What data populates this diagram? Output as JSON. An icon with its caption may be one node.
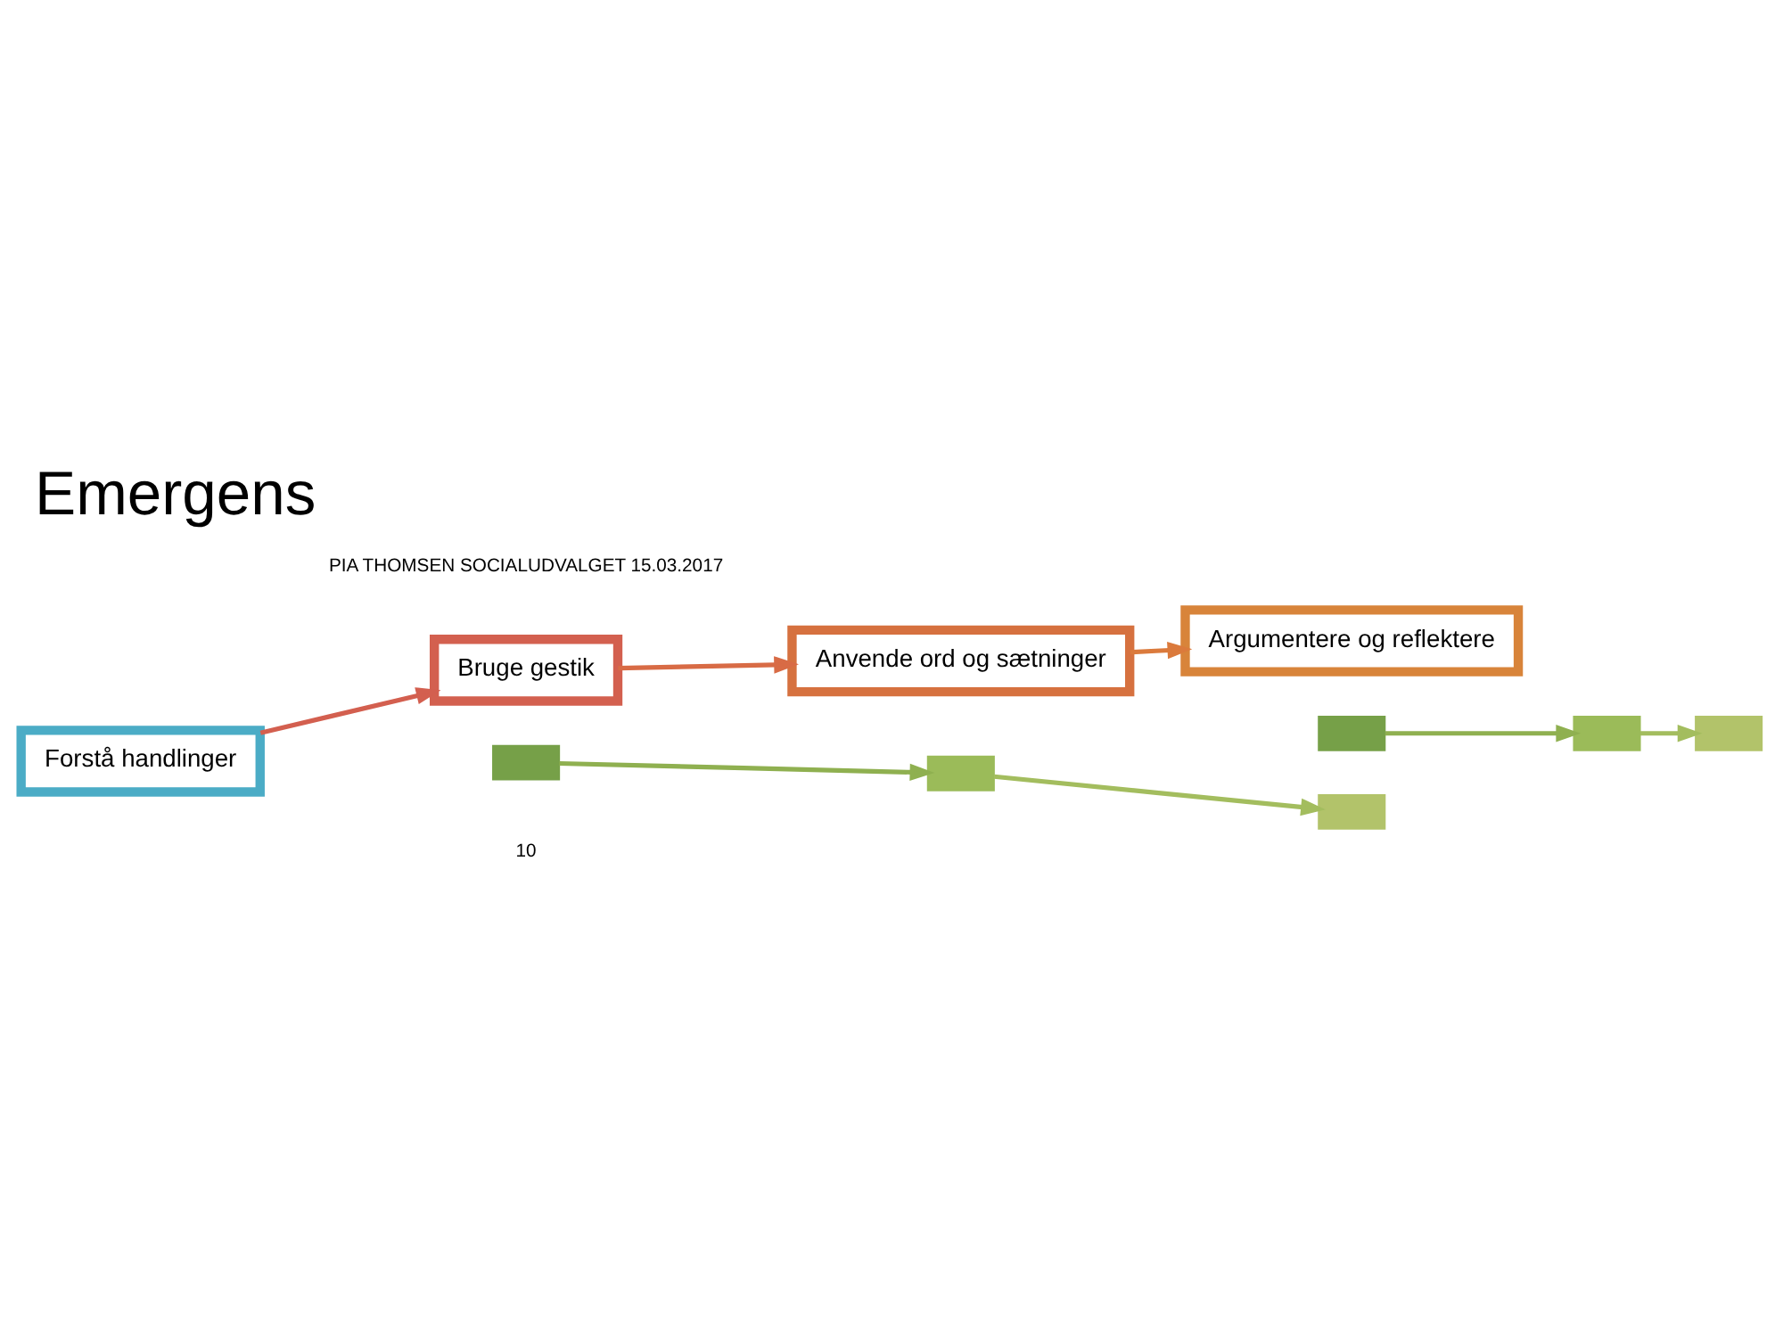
{
  "diagram": {
    "title": "Emergens",
    "nodes": [
      {
        "text": [
          "Forstå handlinger"
        ]
      },
      {
        "text": [
          "Bruge gestik"
        ]
      },
      {
        "text": [
          "Anvende ord og sætninger"
        ]
      },
      {
        "text": [
          "Argumentere og reflektere"
        ]
      },
      {
        "text": [],
        "shape": "box"
      },
      {
        "text": [],
        "shape": "box"
      },
      {
        "text": [],
        "shape": "box"
      },
      {
        "text": [],
        "shape": "box"
      },
      {
        "text": [],
        "shape": "box"
      },
      {
        "text": [],
        "shape": "box"
      }
    ],
    "edges": [
      {
        "from": 0,
        "to": 1,
        "arrow": "to",
        "color": "#d35f4f"
      },
      {
        "from": 1,
        "to": 2,
        "arrow": "to",
        "color": "#d86b45"
      },
      {
        "from": 2,
        "to": 3,
        "arrow": "to",
        "color": "#db7a3c"
      },
      {
        "from": 4,
        "to": 5,
        "arrow": "to",
        "color": "#8fb050"
      },
      {
        "from": 5,
        "to": 6,
        "arrow": "to",
        "color": "#a3bd5e"
      },
      {
        "from": 7,
        "to": 8,
        "arrow": "to",
        "color": "#8fb050"
      },
      {
        "from": 8,
        "to": 9,
        "arrow": "to",
        "color": "#a3bd5e"
      }
    ],
    "labels": [
      "10",
      "PIA THOMSEN SOCIALUDVALGET 15.03.2017"
    ]
  }
}
